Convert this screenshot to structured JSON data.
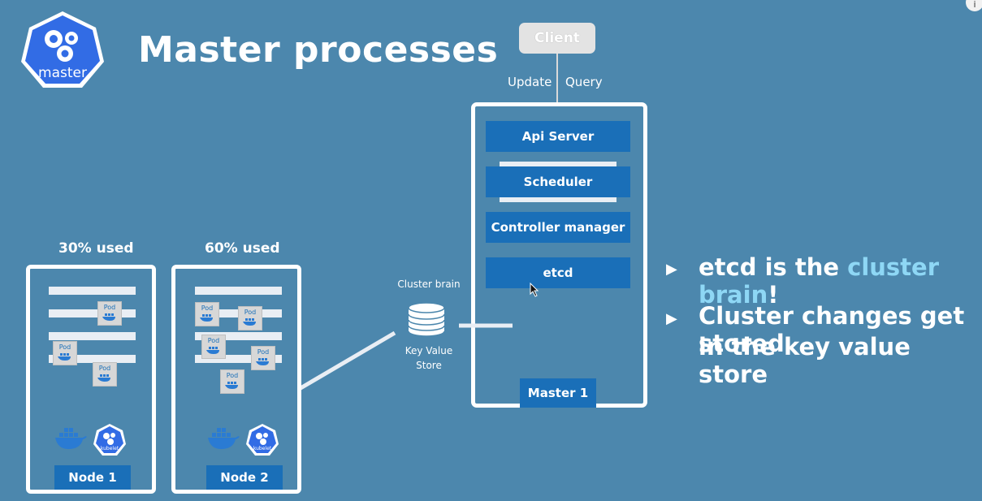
{
  "slide": {
    "title": "Master processes",
    "logo_label": "master"
  },
  "client": {
    "label": "Client",
    "update_label": "Update",
    "query_label": "Query"
  },
  "master": {
    "processes": [
      "Api Server",
      "Scheduler",
      "Controller manager",
      "etcd"
    ],
    "label": "Master 1"
  },
  "kv_store": {
    "caption_top": "Cluster brain",
    "caption_bottom_1": "Key Value",
    "caption_bottom_2": "Store"
  },
  "nodes": [
    {
      "label": "Node 1",
      "usage": "30% used",
      "pod_label": "Pod",
      "kubelet_label": "kubelet"
    },
    {
      "label": "Node 2",
      "usage": "60% used",
      "pod_label": "Pod",
      "kubelet_label": "kubelet"
    }
  ],
  "bullets": {
    "b1_pre": "etcd is the ",
    "b1_highlight": "cluster brain",
    "b1_post": "!",
    "b2_line1": "Cluster changes get stored",
    "b2_line2": "in the key value store"
  },
  "colors": {
    "background": "#4c87ad",
    "process_blue": "#1a6fb8",
    "highlight": "#8ed7f5"
  },
  "icons": [
    "kubernetes-master-logo",
    "database-icon",
    "docker-whale-icon",
    "kubelet-icon",
    "mouse-cursor-icon",
    "info-icon"
  ]
}
